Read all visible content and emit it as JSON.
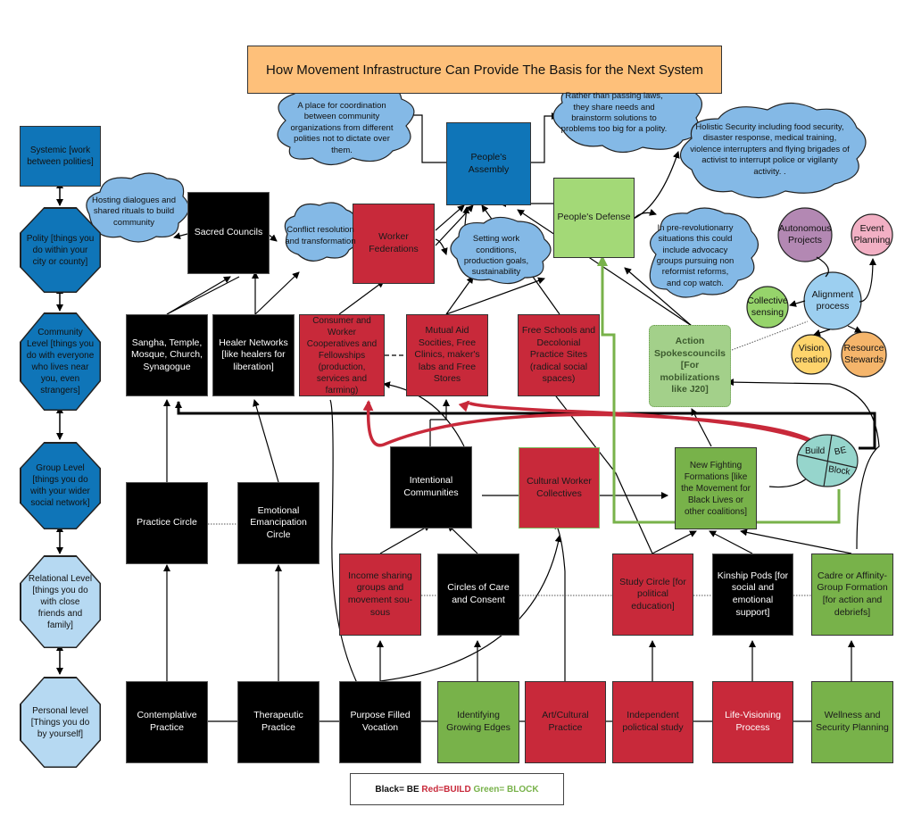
{
  "title": "How Movement Infrastructure Can Provide The Basis for the Next System",
  "colors": {
    "be": "#000000",
    "build": "#c8293a",
    "block": "#78b24a",
    "block_light": "#a3d977",
    "level_dark": "#0f75b8",
    "level_light": "#b6d9f2",
    "cloud": "#84b9e6",
    "title_bg": "#fec07a"
  },
  "levels": [
    {
      "id": "systemic",
      "label": "Systemic [work between polities]"
    },
    {
      "id": "polity",
      "label": "Polity [things you do within your city or county]"
    },
    {
      "id": "community",
      "label": "Community Level [things you do with everyone who lives near you, even strangers]"
    },
    {
      "id": "group",
      "label": "Group Level [things you do with your wider social network]"
    },
    {
      "id": "relational",
      "label": "Relational Level [things you do with close friends and family]"
    },
    {
      "id": "personal",
      "label": "Personal level [Things you do by yourself]"
    }
  ],
  "nodes": {
    "peoples_assembly": "People's Assembly",
    "peoples_defense": "People's Defense",
    "sacred_councils": "Sacred Councils",
    "worker_federations": "Worker Federations",
    "sangha": "Sangha, Temple, Mosque, Church, Synagogue",
    "healer_networks": "Healer Networks [like healers for liberation]",
    "cooperatives": "Consumer and Worker Cooperatives and Fellowships (production, services and farming)",
    "mutual_aid": "Mutual Aid Socities, Free Clinics, maker's labs and Free Stores",
    "free_schools": "Free Schools and Decolonial Practice Sites (radical social spaces)",
    "action_spokescouncils": "Action Spokescouncils [For mobilizations like J20]",
    "practice_circle": "Practice Circle",
    "emotional_emancipation": "Emotional Emancipation Circle",
    "intentional_communities": "Intentional Communities",
    "cultural_worker": "Cultural Worker Collectives",
    "new_fighting": "New Fighting Formations [like the Movement for Black Lives or other coalitions]",
    "income_sharing": "Income sharing groups and movement sou-sous",
    "circles_of_care": "Circles of Care and Consent",
    "study_circle": "Study Circle [for political education]",
    "kinship_pods": "Kinship Pods [for social and emotional support]",
    "cadre": "Cadre or Affinity-Group Formation [for action and debriefs]",
    "contemplative": "Contemplative Practice",
    "therapeutic": "Therapeutic Practice",
    "purpose_vocation": "Purpose Filled Vocation",
    "growing_edges": "Identifying Growing Edges",
    "art_cultural": "Art/Cultural Practice",
    "independent_study": "Independent polictical study",
    "life_visioning": "Life-Visioning Process",
    "wellness": "Wellness and Security Planning"
  },
  "clouds": {
    "coordination": "A place for coordination between community organizations from different polities not to dictate over them.",
    "rather_than": "Rather than passing laws, they share needs and brainstorm solutions to problems too big for a polity.",
    "holistic_security": "Holistic Security including food security, disaster response, medical training, violence interrupters and flying brigades of activist to interrupt police or vigilanty activity. .",
    "hosting_dialogues": "Hosting dialogues and shared rituals to build community",
    "conflict_resolution": "Conflict resolution and transformation",
    "work_conditions": "Setting work conditions, production goals, sustainability",
    "pre_revolutionary": "In pre-revolutionarry situations this could include advocacy groups pursuing non reformist reforms, and cop watch."
  },
  "alignment": {
    "center": "Alignment process",
    "autonomous": "Autonomous Projects",
    "event_planning": "Event Planning",
    "collective_sensing": "Collective sensing",
    "vision_creation": "Vision creation",
    "resource_stewards": "Resource Stewards"
  },
  "build_be_block": {
    "build": "Build",
    "be": "BE",
    "block": "Block"
  },
  "legend": {
    "be": "Black= BE",
    "build": "Red=BUILD",
    "block": "Green= BLOCK"
  }
}
